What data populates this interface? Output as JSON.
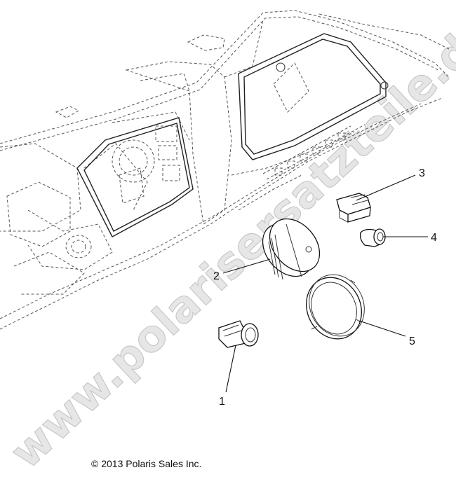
{
  "callouts": [
    {
      "id": "1",
      "label": "1"
    },
    {
      "id": "2",
      "label": "2"
    },
    {
      "id": "3",
      "label": "3"
    },
    {
      "id": "4",
      "label": "4"
    },
    {
      "id": "5",
      "label": "5"
    }
  ],
  "watermark": "www.polarisersatzteile.de",
  "copyright": "© 2013 Polaris Sales Inc.",
  "colors": {
    "line": "#111111",
    "dashed": "#555555",
    "watermark": "#e6e6e6"
  }
}
